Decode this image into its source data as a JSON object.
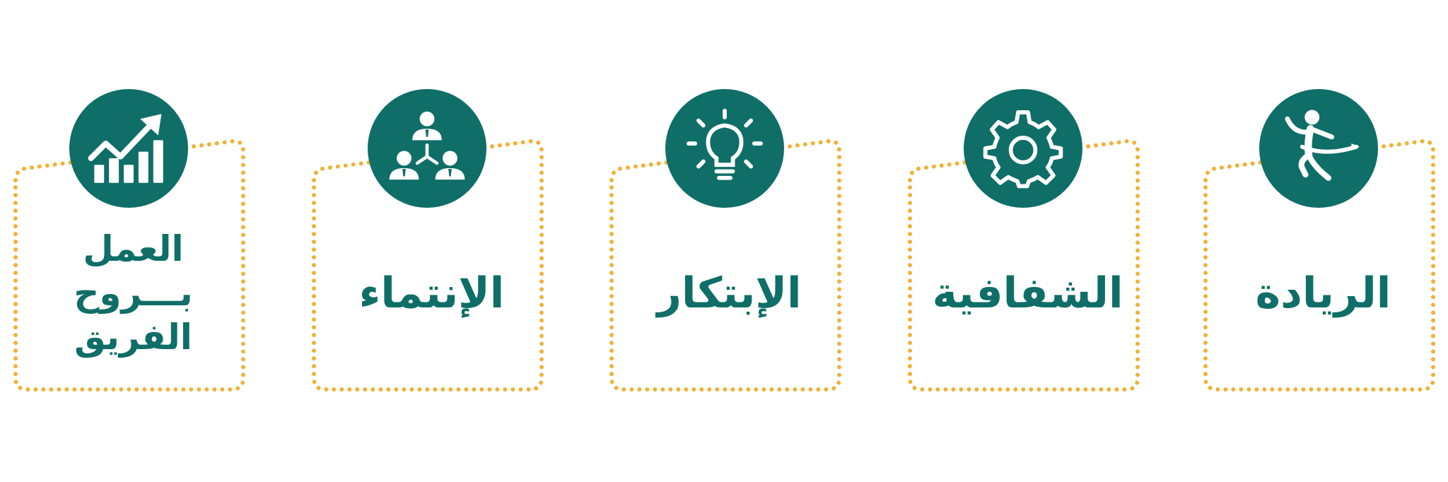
{
  "colors": {
    "teal": "#0f6e67",
    "dots": "#f2b135",
    "icon": "#ffffff"
  },
  "cards": [
    {
      "icon": "growth-chart-icon",
      "lines": [
        "العمل",
        "بـــروح",
        "الفريق"
      ]
    },
    {
      "icon": "team-network-icon",
      "lines": [
        "الإنتماء"
      ]
    },
    {
      "icon": "lightbulb-icon",
      "lines": [
        "الإبتكار"
      ]
    },
    {
      "icon": "gear-icon",
      "lines": [
        "الشفافية"
      ]
    },
    {
      "icon": "runner-finish-line-icon",
      "lines": [
        "الريادة"
      ]
    }
  ]
}
